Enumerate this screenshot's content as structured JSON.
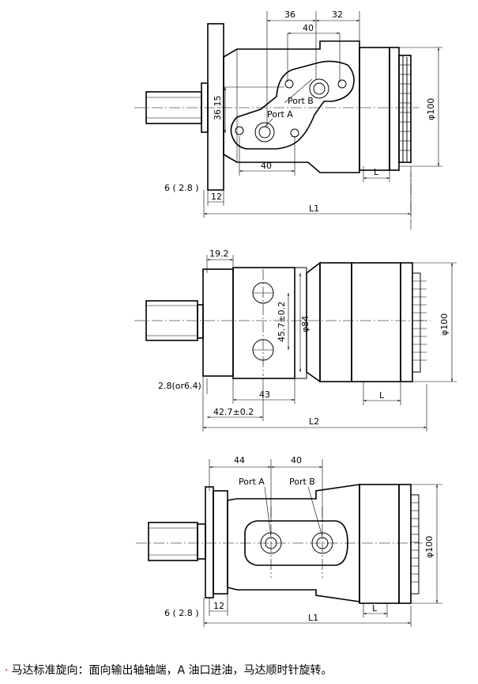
{
  "view1": {
    "dim_36": "36",
    "dim_32": "32",
    "dim_40_top": "40",
    "dim_36_15": "36.15",
    "port_b": "Port B",
    "port_a": "Port A",
    "dim_40_bottom": "40",
    "dim_phi100": "φ100",
    "dim_l": "L",
    "dim_6_2_8": "6 ( 2.8 )",
    "dim_12": "12",
    "dim_l1": "L1"
  },
  "view2": {
    "dim_19_2": "19.2",
    "dim_45_7": "45.7±0.2",
    "dim_phi84": "φ84",
    "dim_phi100": "φ100",
    "dim_2_8_or_6_4": "2.8(or6.4)",
    "dim_43": "43",
    "dim_l": "L",
    "dim_42_7": "42.7±0.2",
    "dim_l2": "L2"
  },
  "view3": {
    "dim_44": "44",
    "dim_40": "40",
    "port_a": "Port A",
    "port_b": "Port B",
    "dim_phi100": "φ100",
    "dim_6_2_8": "6 ( 2.8 )",
    "dim_12": "12",
    "dim_l": "L",
    "dim_l1": "L1"
  },
  "note": {
    "bullet": "·",
    "text": "马达标准旋向：面向输出轴轴端，A 油口进油，马达顺时针旋转。"
  }
}
